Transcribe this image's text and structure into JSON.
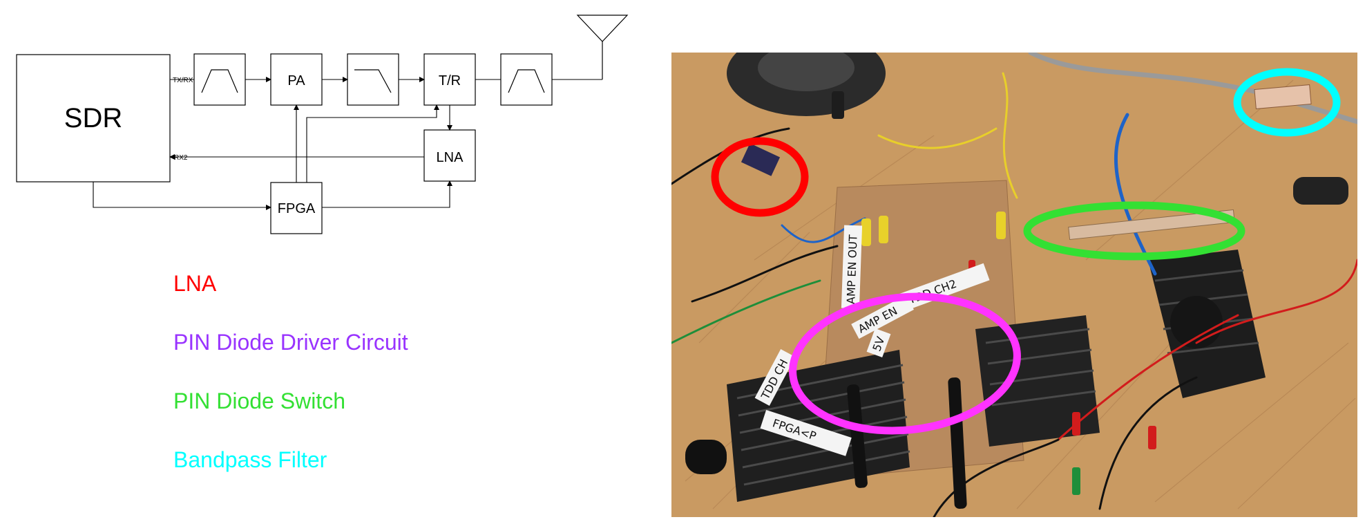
{
  "diagram": {
    "blocks": {
      "sdr": "SDR",
      "pa": "PA",
      "tr": "T/R",
      "lna": "LNA",
      "fpga": "FPGA"
    },
    "ports": {
      "txrx": "TX/RX",
      "rx2": "RX2"
    },
    "filter_icons": {
      "bandpass_1": "bandpass-filter-icon",
      "lowpass": "lowpass-filter-icon",
      "bandpass_2": "bandpass-filter-icon"
    },
    "antenna_icon": "antenna-icon"
  },
  "legend": [
    {
      "label": "LNA",
      "color": "#ff0000"
    },
    {
      "label": "PIN Diode Driver Circuit",
      "color": "#9933ff"
    },
    {
      "label": "PIN Diode Switch",
      "color": "#33e033"
    },
    {
      "label": "Bandpass Filter",
      "color": "#00ffff"
    }
  ],
  "photo": {
    "labels": {
      "amp_en_out": "AMP EN OUT",
      "amp_en": "AMP EN",
      "five_v": "5V",
      "tdd_ch2": "TDD CH2",
      "tdd_ch": "TDD CH",
      "fpga_label": "FPGA<P"
    },
    "highlights": {
      "lna": "#ff0000",
      "driver": "#ff33ff",
      "switch": "#33e033",
      "filter": "#00ffff"
    }
  }
}
